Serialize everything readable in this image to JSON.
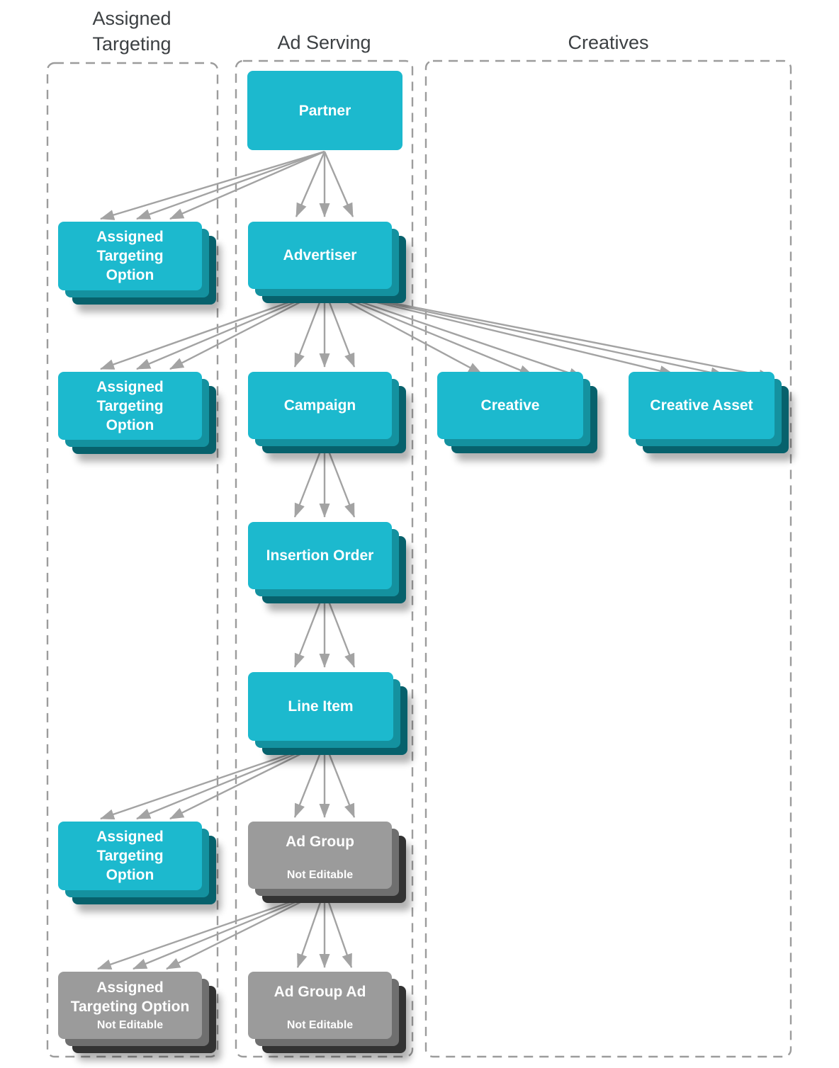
{
  "diagram": {
    "title_meaning": "Entity hierarchy with editability",
    "columns": [
      {
        "id": "assigned_targeting",
        "title": [
          "Assigned",
          "Targeting"
        ]
      },
      {
        "id": "ad_serving",
        "title": "Ad Serving"
      },
      {
        "id": "creatives",
        "title": "Creatives"
      }
    ],
    "nodes": {
      "partner": {
        "label": "Partner",
        "editable": true
      },
      "ato_partner": {
        "label": [
          "Assigned",
          "Targeting",
          "Option"
        ],
        "editable": true
      },
      "advertiser": {
        "label": "Advertiser",
        "editable": true
      },
      "ato_advertiser": {
        "label": [
          "Assigned",
          "Targeting",
          "Option"
        ],
        "editable": true
      },
      "campaign": {
        "label": "Campaign",
        "editable": true
      },
      "creative": {
        "label": "Creative",
        "editable": true
      },
      "creative_asset": {
        "label": "Creative Asset",
        "editable": true
      },
      "insertion_order": {
        "label": "Insertion Order",
        "editable": true
      },
      "line_item": {
        "label": "Line Item",
        "editable": true
      },
      "ato_line_item": {
        "label": [
          "Assigned",
          "Targeting",
          "Option"
        ],
        "editable": true
      },
      "ad_group": {
        "label": "Ad Group",
        "sublabel": "Not Editable",
        "editable": false
      },
      "ato_ad_group": {
        "label": [
          "Assigned",
          "Targeting Option"
        ],
        "sublabel": "Not Editable",
        "editable": false
      },
      "ad_group_ad": {
        "label": "Ad Group Ad",
        "sublabel": "Not Editable",
        "editable": false
      }
    },
    "edges": [
      {
        "from": "partner",
        "to": "ato_partner"
      },
      {
        "from": "partner",
        "to": "advertiser"
      },
      {
        "from": "advertiser",
        "to": "ato_advertiser"
      },
      {
        "from": "advertiser",
        "to": "campaign"
      },
      {
        "from": "advertiser",
        "to": "creative"
      },
      {
        "from": "advertiser",
        "to": "creative_asset"
      },
      {
        "from": "campaign",
        "to": "insertion_order"
      },
      {
        "from": "insertion_order",
        "to": "line_item"
      },
      {
        "from": "line_item",
        "to": "ato_line_item"
      },
      {
        "from": "line_item",
        "to": "ad_group"
      },
      {
        "from": "ad_group",
        "to": "ato_ad_group"
      },
      {
        "from": "ad_group",
        "to": "ad_group_ad"
      }
    ],
    "colors": {
      "background": "#ffffff",
      "cyanMain": "#1cb9ce",
      "cyanMid": "#14919f",
      "cyanDark": "#07616c",
      "grayMain": "#9b9b9b",
      "grayMid": "#6f6f6f",
      "grayDark": "#333333",
      "arrow": "#a3a3a3",
      "dashedBorder": "#9c9c9c",
      "headingText": "#3c4043",
      "labelText": "#ffffff"
    }
  }
}
